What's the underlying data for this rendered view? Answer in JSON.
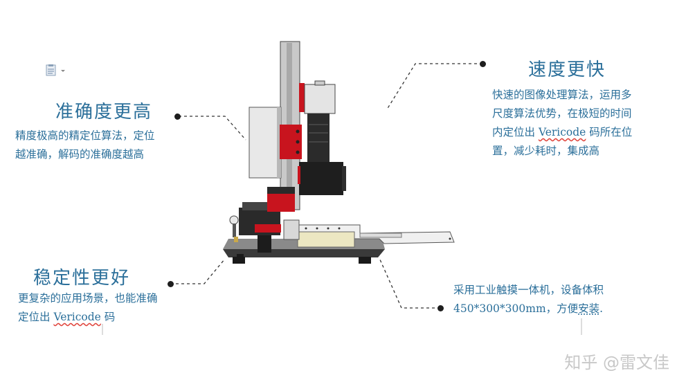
{
  "features": [
    {
      "title": "准确度更高",
      "lines": [
        "精度极高的精定位算法，定位",
        "越准确，解码的准确度越高"
      ]
    },
    {
      "title": "速度更快",
      "lines": [
        "快速的图像处理算法，运用多",
        "尺度算法优势，在极短的时间"
      ],
      "line3_pre": "内定位出 ",
      "line3_code": "Vericode",
      "line3_post": " 码所在位",
      "line4": "置，减少耗时，集成高"
    },
    {
      "title": "稳定性更好",
      "line1": "更复杂的应用场景，也能准确",
      "line2_pre": "定位出 ",
      "line2_code": "Vericode",
      "line2_post": " 码"
    },
    {
      "line1_pre": "采用工业触摸一体机，设备体积",
      "line2_pre": "450*300*300mm，方便",
      "line2_underlined": "安装",
      "line2_post": "."
    }
  ],
  "watermark": "知乎 @雷文佳",
  "icons": {
    "paste": "paste-options-icon"
  },
  "colors": {
    "text_blue": "#2b6f9a",
    "machine_red": "#c8141e",
    "leader": "#333333"
  }
}
